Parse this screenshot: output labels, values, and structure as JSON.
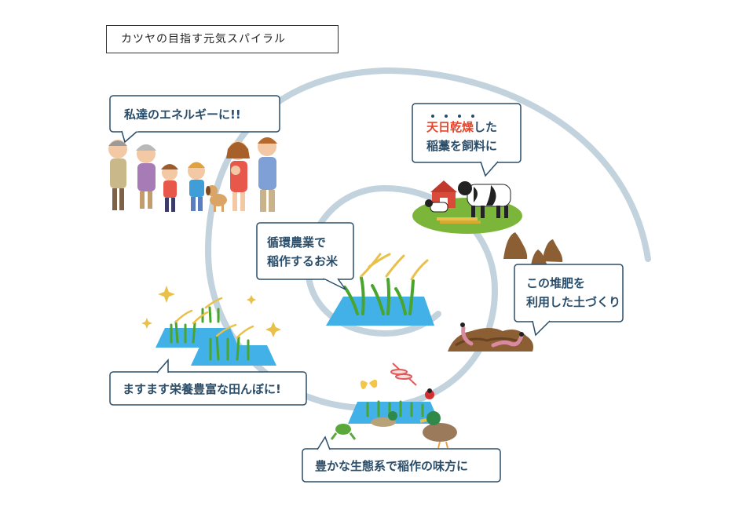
{
  "title": "カツヤの目指す元気スパイラル",
  "bubbles": {
    "energy": "私達のエネルギーに!!",
    "hay_line1_red": "天日乾燥",
    "hay_line1_rest": "した",
    "hay_line2": "稲藁を飼料に",
    "circular_line1": "循環農業で",
    "circular_line2": "稲作するお米",
    "compost_line1": "この堆肥を",
    "compost_line2": "利用した土づくり",
    "paddy": "ますます栄養豊富な田んぼに!",
    "ecosystem": "豊かな生態系で稲作の味方に"
  },
  "colors": {
    "spiral": "#c3d3de",
    "bubble_border": "#2a4d69",
    "water": "#41b1e8",
    "rice_green": "#4aa52e",
    "rice_gold": "#e8c04a",
    "grass": "#7bb63a",
    "manure": "#8b5e34",
    "accent_red": "#e8442a"
  }
}
